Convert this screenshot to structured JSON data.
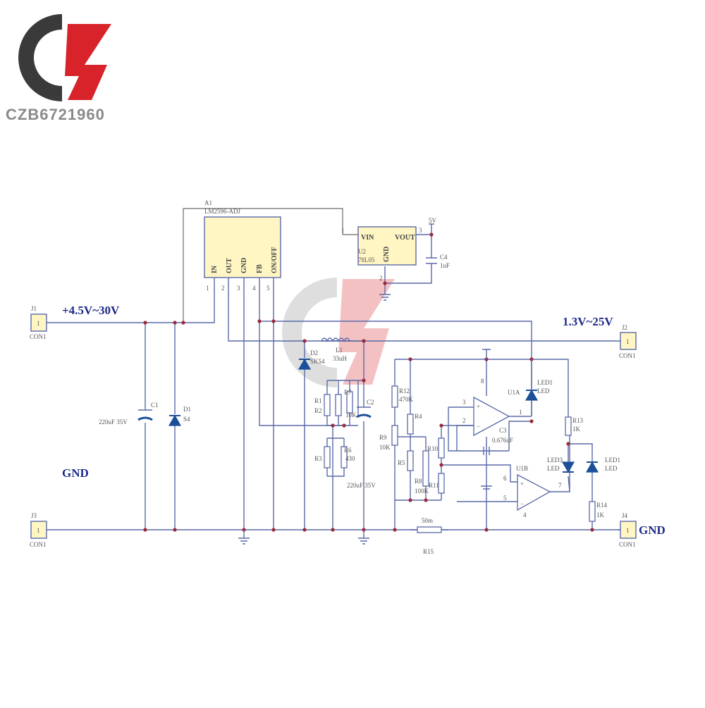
{
  "logo": {
    "text": "CZB6721960",
    "color_red": "#d8232a",
    "color_gray": "#3a3a3a"
  },
  "regulator": {
    "ref": "A1",
    "part": "LM2596-ADJ",
    "pins": [
      "IN",
      "OUT",
      "GND",
      "FB",
      "ON/OFF"
    ],
    "pin_numbers": [
      "1",
      "2",
      "3",
      "4",
      "5"
    ]
  },
  "ldo": {
    "ref": "U2",
    "part": "78L05",
    "vin": "VIN",
    "vout": "VOUT",
    "gnd": "GND",
    "pin1": "1",
    "pin2": "2",
    "pin3": "3"
  },
  "cap4": {
    "ref": "C4",
    "value": "1uF"
  },
  "input": {
    "label": "+4.5V~30V",
    "conn_ref": "J1",
    "conn_name": "CON1",
    "pin": "1"
  },
  "output": {
    "label": "1.3V~25V",
    "conn_ref": "J2",
    "conn_name": "CON1",
    "pin": "1"
  },
  "gnd_left": {
    "label": "GND",
    "conn_ref": "J3",
    "conn_name": "CON1",
    "pin": "1"
  },
  "gnd_right": {
    "label": "GND",
    "conn_ref": "J4",
    "conn_name": "CON1",
    "pin": "1"
  },
  "c1": {
    "ref": "C1",
    "value": "220uF 35V"
  },
  "d1": {
    "ref": "D1",
    "value": "S4"
  },
  "d2": {
    "ref": "D2",
    "value": "SK54"
  },
  "l1": {
    "ref": "L1",
    "value": "33uH"
  },
  "c2": {
    "ref": "C2",
    "value": "220uF 35V"
  },
  "r1": {
    "ref": "R1"
  },
  "r2": {
    "ref": "R2"
  },
  "r7": {
    "ref": "R7",
    "value": "10K"
  },
  "r3": {
    "ref": "R3"
  },
  "r6": {
    "ref": "R6",
    "value": "430"
  },
  "r12": {
    "ref": "R12",
    "value": "470K"
  },
  "r4": {
    "ref": "R4"
  },
  "r9": {
    "ref": "R9",
    "value": "10K"
  },
  "r5": {
    "ref": "R5"
  },
  "r8": {
    "ref": "R8",
    "value": "100K"
  },
  "r10": {
    "ref": "R10"
  },
  "r11": {
    "ref": "R11"
  },
  "u1a": {
    "ref": "U1A",
    "pin_plus": "3",
    "pin_minus": "2",
    "pin_out": "1",
    "pin_v": "8"
  },
  "u1b": {
    "ref": "U1B",
    "pin_plus": "6",
    "pin_minus": "5",
    "pin_out": "7",
    "pin_v": "4"
  },
  "c3": {
    "ref": "C3",
    "value": "0.676uF"
  },
  "led1": {
    "ref": "LED1",
    "value": "LED"
  },
  "led2": {
    "ref": "LED1",
    "value": "LED"
  },
  "led3": {
    "ref": "LED3",
    "value": "LED"
  },
  "r13": {
    "ref": "R13",
    "value": "1K"
  },
  "r14": {
    "ref": "R14",
    "value": "1K"
  },
  "r15": {
    "ref": "R15",
    "value": "50m"
  },
  "vcc_label": "5V"
}
